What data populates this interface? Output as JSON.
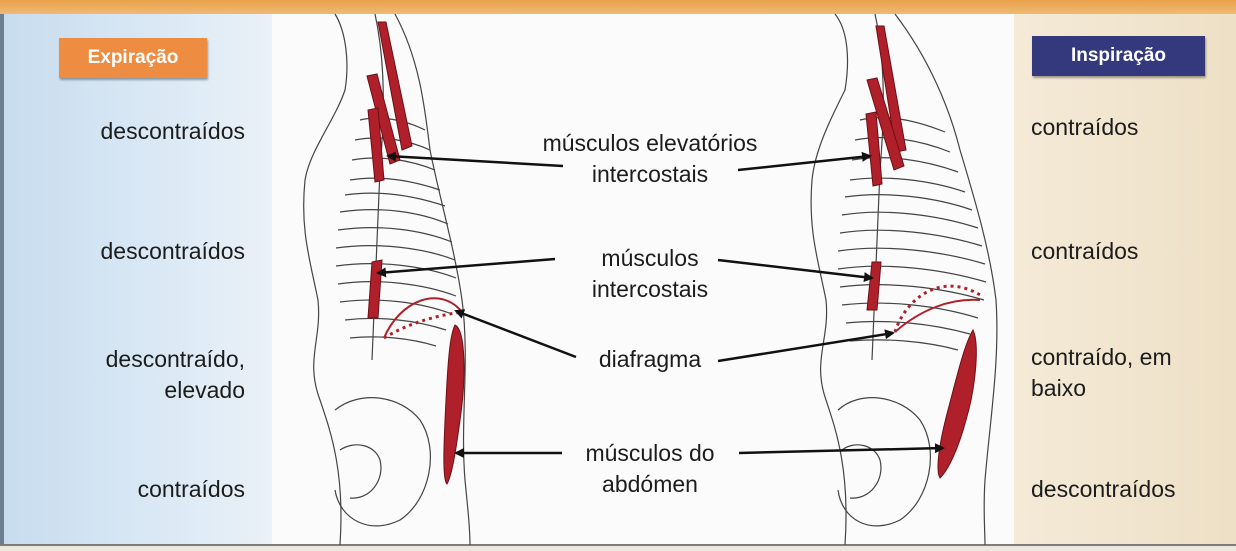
{
  "expiracao": {
    "tag": "Expiração",
    "intercostais_elevatorios": "descontraídos",
    "intercostais": "descontraídos",
    "diafragma_line1": "descontraído,",
    "diafragma_line2": "elevado",
    "abdomen": "contraídos"
  },
  "inspiracao": {
    "tag": "Inspiração",
    "intercostais_elevatorios": "contraídos",
    "intercostais": "contraídos",
    "diafragma_line1": "contraído, em",
    "diafragma_line2": "baixo",
    "abdomen": "descontraídos"
  },
  "labels": {
    "elevatorios_line1": "músculos elevatórios",
    "elevatorios_line2": "intercostais",
    "intercostais_line1": "músculos",
    "intercostais_line2": "intercostais",
    "diafragma": "diafragma",
    "abdomen_line1": "músculos do",
    "abdomen_line2": "abdómen"
  },
  "colors": {
    "muscle": "#b0202a",
    "expiracao_tag": "#ee8d42",
    "inspiracao_tag": "#34397e"
  }
}
